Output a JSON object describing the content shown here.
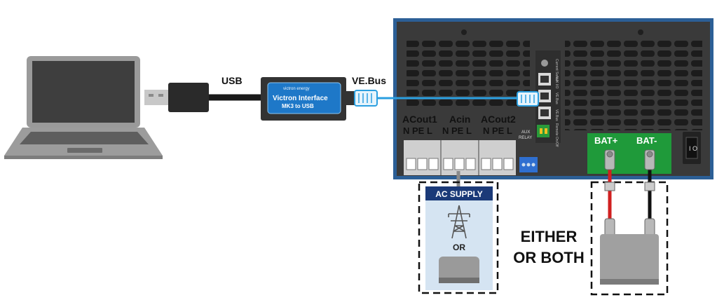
{
  "labels": {
    "usb": "USB",
    "vebus": "VE.Bus",
    "interface_brand": "victron energy",
    "interface_title": "Victron Interface",
    "interface_subtitle": "MK3 to USB",
    "acout1": "ACout1",
    "acin": "Acin",
    "acout2": "ACout2",
    "npel": "N PE L",
    "aux_relay_1": "AUX",
    "aux_relay_2": "RELAY",
    "bat_plus": "BAT+",
    "bat_minus": "BAT-",
    "ac_supply": "AC SUPPLY",
    "or": "OR",
    "either_line1": "EITHER",
    "either_line2": "OR BOTH",
    "port_current_sense": "Current Sense",
    "port_aux_io": "AUX I/O",
    "port_vebus_1": "VE.Bus",
    "port_vebus_2": "VE.Bus",
    "port_remote": "Remote On/Off"
  },
  "colors": {
    "cable_blue": "#2b9fe0",
    "interface_blue": "#1e78c8",
    "inverter_body": "#3a3a3a",
    "inverter_border": "#2c5f96",
    "terminal_green": "#1f9a3a",
    "ac_header": "#1b3a78",
    "ac_panel": "#d5e4f2",
    "positive_cable": "#d02020",
    "negative_cable": "#111111"
  },
  "icons": [
    "laptop-icon",
    "usb-plug-icon",
    "rj45-plug-icon",
    "power-pylon-icon",
    "generator-icon",
    "battery-icon",
    "power-switch-icon"
  ]
}
